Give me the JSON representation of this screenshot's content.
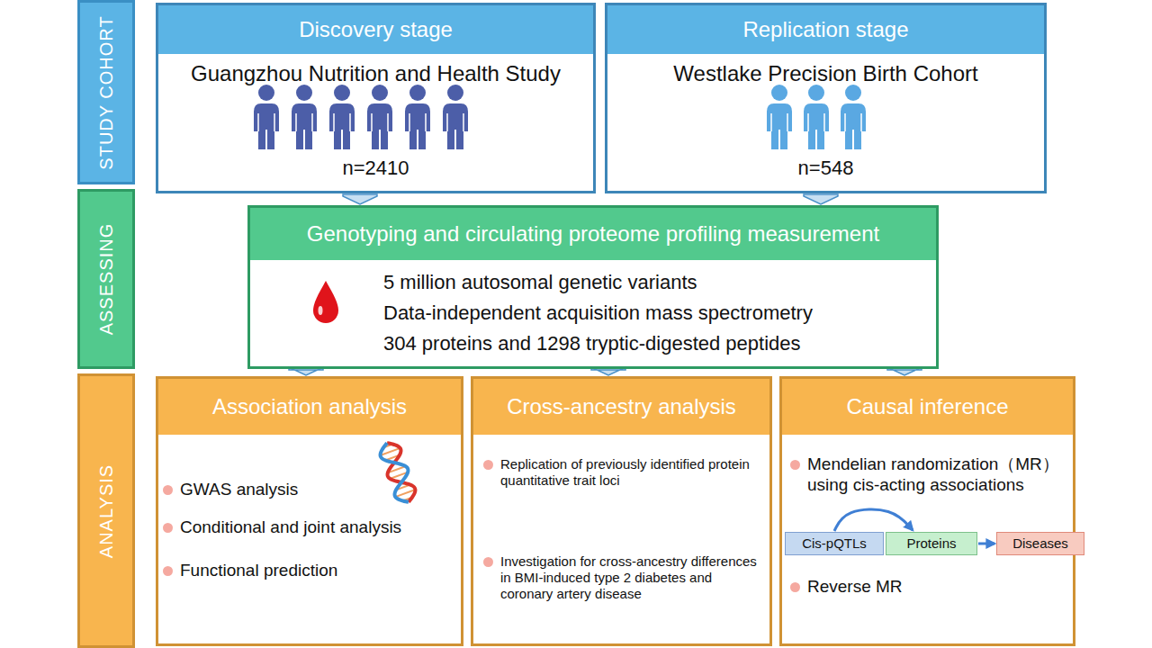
{
  "diagram": {
    "nodes": [
      {
        "text": [
          "STUDY COHORT"
        ]
      },
      {
        "text": [
          "Discovery stage",
          "Guangzhou Nutrition and Health Study",
          "n=2410"
        ]
      },
      {
        "text": [
          "Replication stage",
          "Westlake Precision Birth Cohort",
          "n=548"
        ]
      },
      {
        "text": [
          "ASSESSING"
        ]
      },
      {
        "text": [
          "Genotyping and circulating proteome profiling measurement",
          "5 million autosomal genetic variants",
          "Data-independent acquisition mass spectrometry",
          "304 proteins and 1298 tryptic-digested peptides"
        ]
      },
      {
        "text": [
          "ANALYSIS"
        ]
      },
      {
        "text": [
          "Association analysis",
          "GWAS analysis",
          "Conditional and joint analysis",
          "Functional prediction"
        ]
      },
      {
        "text": [
          "Cross-ancestry analysis",
          "Replication of previously identified protein quantitative trait loci",
          "Investigation for cross-ancestry differences in BMI-induced type 2 diabetes and coronary artery disease"
        ]
      },
      {
        "text": [
          "Causal inference",
          "Mendelian randomization（MR） using cis-acting associations",
          "Reverse MR"
        ]
      },
      {
        "text": [
          "Cis-pQTLs"
        ],
        "in": 8
      },
      {
        "text": [
          "Proteins"
        ],
        "in": 8
      },
      {
        "text": [
          "Diseases"
        ],
        "in": 8
      }
    ],
    "edges": [
      {
        "from": 1,
        "to": 4,
        "arrow": "to"
      },
      {
        "from": 2,
        "to": 4,
        "arrow": "to"
      },
      {
        "from": 4,
        "to": 6,
        "arrow": "to"
      },
      {
        "from": 4,
        "to": 7,
        "arrow": "to"
      },
      {
        "from": 4,
        "to": 8,
        "arrow": "to"
      },
      {
        "from": 9,
        "to": 10,
        "arrow": "to"
      },
      {
        "from": 10,
        "to": 11,
        "arrow": "to"
      }
    ]
  }
}
